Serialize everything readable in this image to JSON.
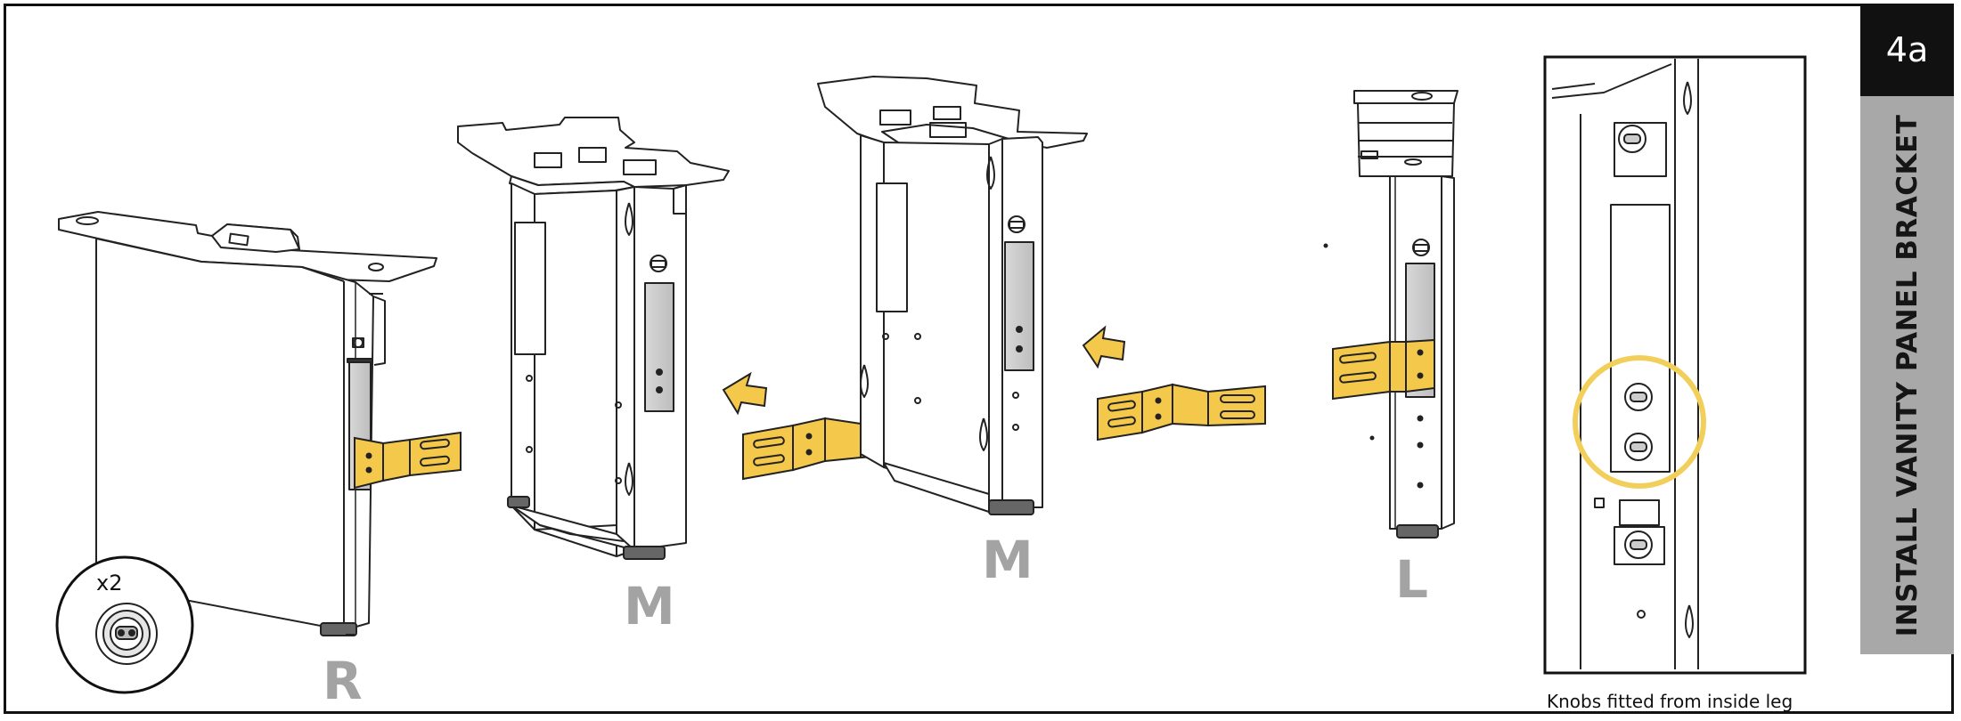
{
  "step": {
    "number": "4a",
    "title": "INSTALL VANITY PANEL BRACKET"
  },
  "legs": [
    {
      "label": "R"
    },
    {
      "label": "M"
    },
    {
      "label": "M"
    },
    {
      "label": "L"
    }
  ],
  "knob_callout": {
    "quantity": "x2"
  },
  "detail": {
    "caption": "Knobs fitted from inside leg"
  },
  "colors": {
    "bracket": "#f4c84a",
    "label": "#a3a3a3",
    "sidebar": "#a8a8a8",
    "step_box": "#111111",
    "highlight_ring": "#f2cf5b"
  }
}
